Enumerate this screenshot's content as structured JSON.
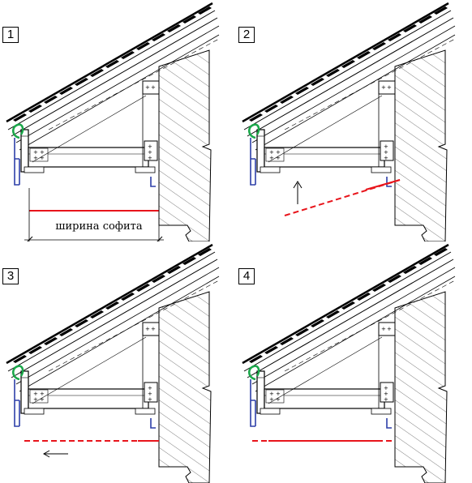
{
  "steps": [
    {
      "number": "1",
      "dimension_label": "ширина софита"
    },
    {
      "number": "2"
    },
    {
      "number": "3"
    },
    {
      "number": "4"
    }
  ],
  "colors": {
    "soffit_line": "#e8141b",
    "gutter_hook": "#1aa84a",
    "strip_profile": "#2d3fa8",
    "ink": "#000000"
  }
}
